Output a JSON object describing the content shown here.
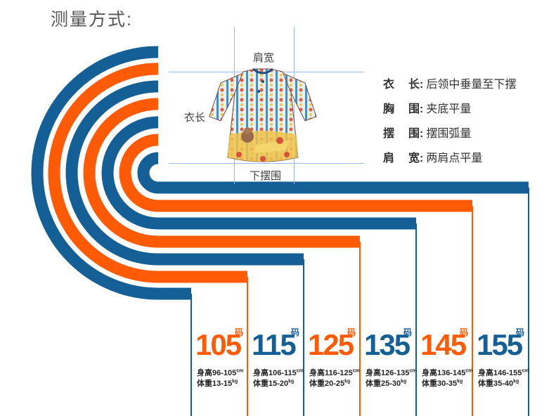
{
  "title": "测量方式:",
  "colors": {
    "blue": "#155f97",
    "orange": "#ff5a06"
  },
  "garment": {
    "label_shoulder": "肩宽",
    "label_length": "衣长",
    "label_hem": "下摆围"
  },
  "definitions": [
    {
      "term": "衣长",
      "desc": "后领中垂量至下摆"
    },
    {
      "term": "胸围",
      "desc": "夹底平量"
    },
    {
      "term": "摆围",
      "desc": "摆围弧量"
    },
    {
      "term": "肩宽",
      "desc": "两肩点平量"
    }
  ],
  "colon": ":",
  "sizes": [
    {
      "size": "105",
      "unit": "码",
      "height": "身高96-105",
      "weight": "体重13-15",
      "color": "orange"
    },
    {
      "size": "115",
      "unit": "码",
      "height": "身高106-115",
      "weight": "体重15-20",
      "color": "blue"
    },
    {
      "size": "125",
      "unit": "码",
      "height": "身高116-125",
      "weight": "体重20-25",
      "color": "orange"
    },
    {
      "size": "135",
      "unit": "码",
      "height": "身高126-135",
      "weight": "体重25-30",
      "color": "blue"
    },
    {
      "size": "145",
      "unit": "码",
      "height": "身高136-145",
      "weight": "体重30-35",
      "color": "orange"
    },
    {
      "size": "155",
      "unit": "码",
      "height": "身高146-155",
      "weight": "体重35-40",
      "color": "blue"
    }
  ],
  "height_unit": "cm",
  "weight_unit": "kg"
}
